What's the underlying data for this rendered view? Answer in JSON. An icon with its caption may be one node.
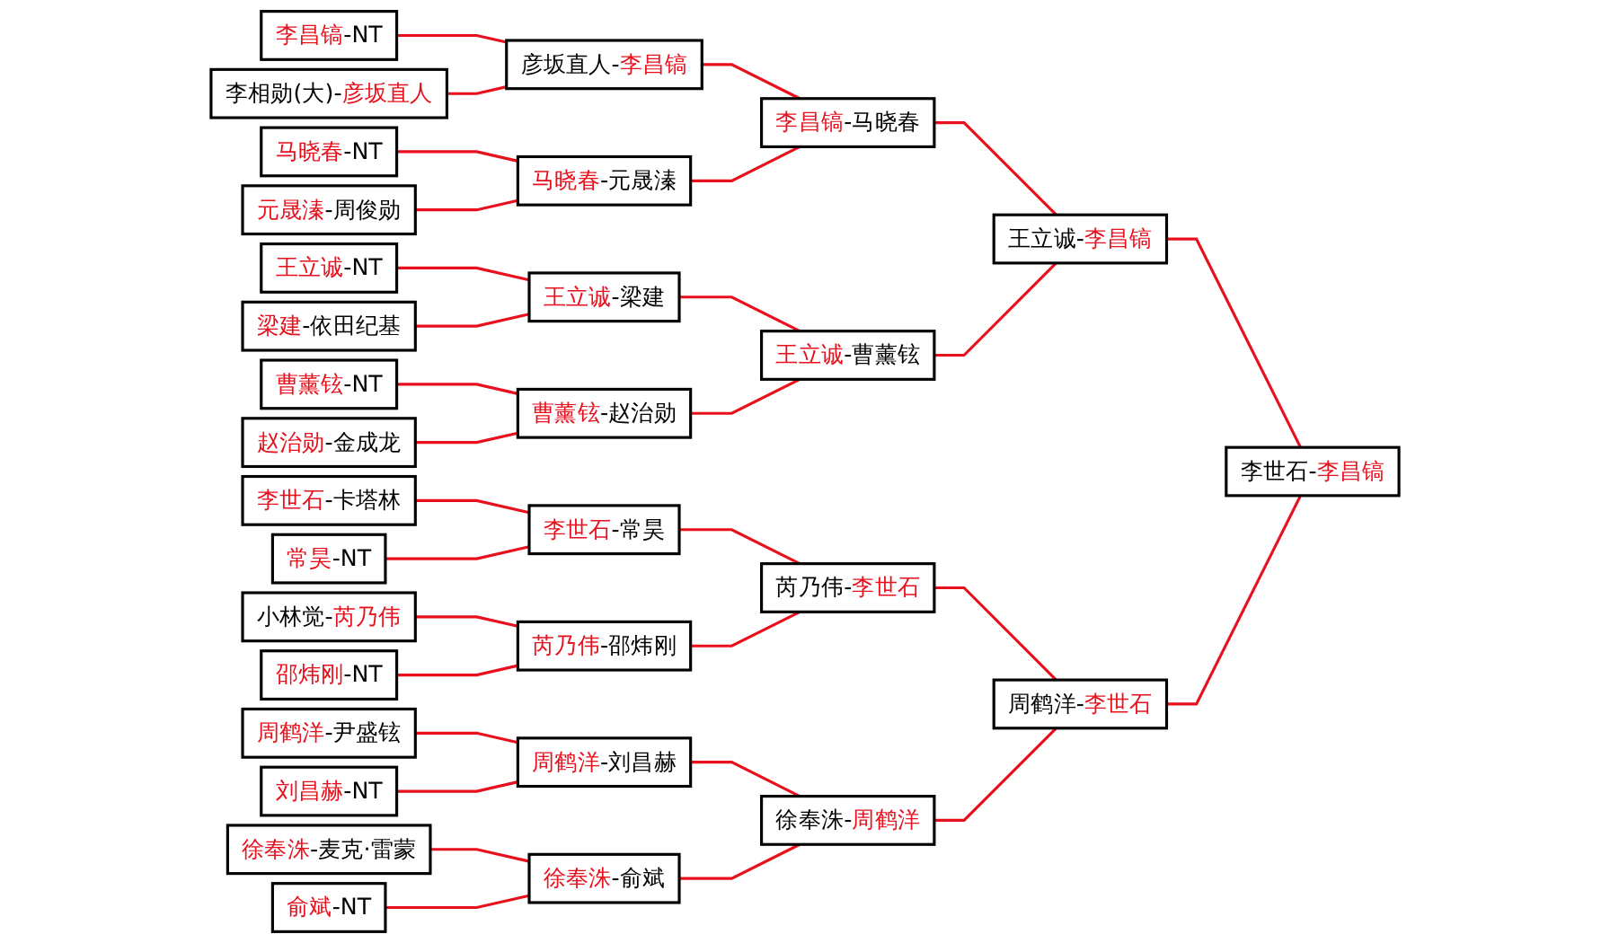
{
  "diagram": {
    "nodes": [
      {
        "text": [
          "李昌镐-NT"
        ]
      },
      {
        "text": [
          "李相勋(大)-彦坂直人"
        ]
      },
      {
        "text": [
          "马晓春-NT"
        ]
      },
      {
        "text": [
          "元晟溱-周俊勋"
        ]
      },
      {
        "text": [
          "王立诚-NT"
        ]
      },
      {
        "text": [
          "梁建-依田纪基"
        ]
      },
      {
        "text": [
          "曹薰铉-NT"
        ]
      },
      {
        "text": [
          "赵治勋-金成龙"
        ]
      },
      {
        "text": [
          "李世石-卡塔林"
        ]
      },
      {
        "text": [
          "常昊-NT"
        ]
      },
      {
        "text": [
          "小林觉-芮乃伟"
        ]
      },
      {
        "text": [
          "邵炜刚-NT"
        ]
      },
      {
        "text": [
          "周鹤洋-尹盛铉"
        ]
      },
      {
        "text": [
          "刘昌赫-NT"
        ]
      },
      {
        "text": [
          "徐奉洙-麦克·雷蒙"
        ]
      },
      {
        "text": [
          "俞斌-NT"
        ]
      },
      {
        "text": [
          "彦坂直人-李昌镐"
        ]
      },
      {
        "text": [
          "马晓春-元晟溱"
        ]
      },
      {
        "text": [
          "王立诚-梁建"
        ]
      },
      {
        "text": [
          "曹薰铉-赵治勋"
        ]
      },
      {
        "text": [
          "李世石-常昊"
        ]
      },
      {
        "text": [
          "芮乃伟-邵炜刚"
        ]
      },
      {
        "text": [
          "周鹤洋-刘昌赫"
        ]
      },
      {
        "text": [
          "徐奉洙-俞斌"
        ]
      },
      {
        "text": [
          "李昌镐-马晓春"
        ]
      },
      {
        "text": [
          "王立诚-曹薰铉"
        ]
      },
      {
        "text": [
          "芮乃伟-李世石"
        ]
      },
      {
        "text": [
          "徐奉洙-周鹤洋"
        ]
      },
      {
        "text": [
          "王立诚-李昌镐"
        ]
      },
      {
        "text": [
          "周鹤洋-李世石"
        ]
      },
      {
        "text": [
          "李世石-李昌镐"
        ]
      }
    ],
    "edges": [
      {
        "from": 0,
        "to": 16,
        "arrow": "none"
      },
      {
        "from": 1,
        "to": 16,
        "arrow": "none"
      },
      {
        "from": 2,
        "to": 17,
        "arrow": "none"
      },
      {
        "from": 3,
        "to": 17,
        "arrow": "none"
      },
      {
        "from": 4,
        "to": 18,
        "arrow": "none"
      },
      {
        "from": 5,
        "to": 18,
        "arrow": "none"
      },
      {
        "from": 6,
        "to": 19,
        "arrow": "none"
      },
      {
        "from": 7,
        "to": 19,
        "arrow": "none"
      },
      {
        "from": 8,
        "to": 20,
        "arrow": "none"
      },
      {
        "from": 9,
        "to": 20,
        "arrow": "none"
      },
      {
        "from": 10,
        "to": 21,
        "arrow": "none"
      },
      {
        "from": 11,
        "to": 21,
        "arrow": "none"
      },
      {
        "from": 12,
        "to": 22,
        "arrow": "none"
      },
      {
        "from": 13,
        "to": 22,
        "arrow": "none"
      },
      {
        "from": 14,
        "to": 23,
        "arrow": "none"
      },
      {
        "from": 15,
        "to": 23,
        "arrow": "none"
      },
      {
        "from": 16,
        "to": 24,
        "arrow": "none"
      },
      {
        "from": 17,
        "to": 24,
        "arrow": "none"
      },
      {
        "from": 18,
        "to": 25,
        "arrow": "none"
      },
      {
        "from": 19,
        "to": 25,
        "arrow": "none"
      },
      {
        "from": 20,
        "to": 26,
        "arrow": "none"
      },
      {
        "from": 21,
        "to": 26,
        "arrow": "none"
      },
      {
        "from": 22,
        "to": 27,
        "arrow": "none"
      },
      {
        "from": 23,
        "to": 27,
        "arrow": "none"
      },
      {
        "from": 24,
        "to": 28,
        "arrow": "none"
      },
      {
        "from": 25,
        "to": 28,
        "arrow": "none"
      },
      {
        "from": 26,
        "to": 29,
        "arrow": "none"
      },
      {
        "from": 27,
        "to": 29,
        "arrow": "none"
      },
      {
        "from": 28,
        "to": 30,
        "arrow": "none"
      },
      {
        "from": 29,
        "to": 30,
        "arrow": "none"
      }
    ]
  }
}
